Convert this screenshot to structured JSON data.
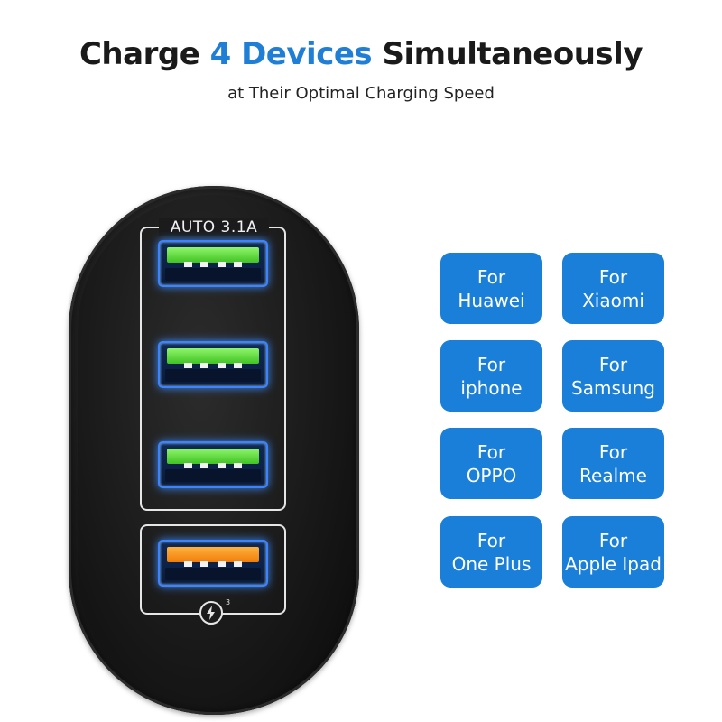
{
  "header": {
    "headline_part1": "Charge ",
    "headline_accent": "4 Devices",
    "headline_part2": " Simultaneously",
    "subheadline": "at Their Optimal Charging Speed"
  },
  "product": {
    "port_group_label": "AUTO 3.1A",
    "ports": [
      {
        "type": "usb-a",
        "color": "green"
      },
      {
        "type": "usb-a",
        "color": "green"
      },
      {
        "type": "usb-a",
        "color": "green"
      },
      {
        "type": "quick-charge-usb-a",
        "color": "orange"
      }
    ],
    "qc_icon": "lightning-bolt-circle-icon",
    "qc_superscript": "3"
  },
  "brands": [
    {
      "line1": "For",
      "line2": "Huawei"
    },
    {
      "line1": "For",
      "line2": "Xiaomi"
    },
    {
      "line1": "For",
      "line2": "iphone"
    },
    {
      "line1": "For",
      "line2": "Samsung"
    },
    {
      "line1": "For",
      "line2": "OPPO"
    },
    {
      "line1": "For",
      "line2": "Realme"
    },
    {
      "line1": "For",
      "line2": "One Plus"
    },
    {
      "line1": "For",
      "line2": "Apple Ipad"
    }
  ],
  "colors": {
    "accent": "#1f7ed6",
    "tile_bg": "#1a7fd8",
    "port_glow": "#3c84ff",
    "port_green": "#5bd93a",
    "port_orange": "#f39a1e"
  }
}
